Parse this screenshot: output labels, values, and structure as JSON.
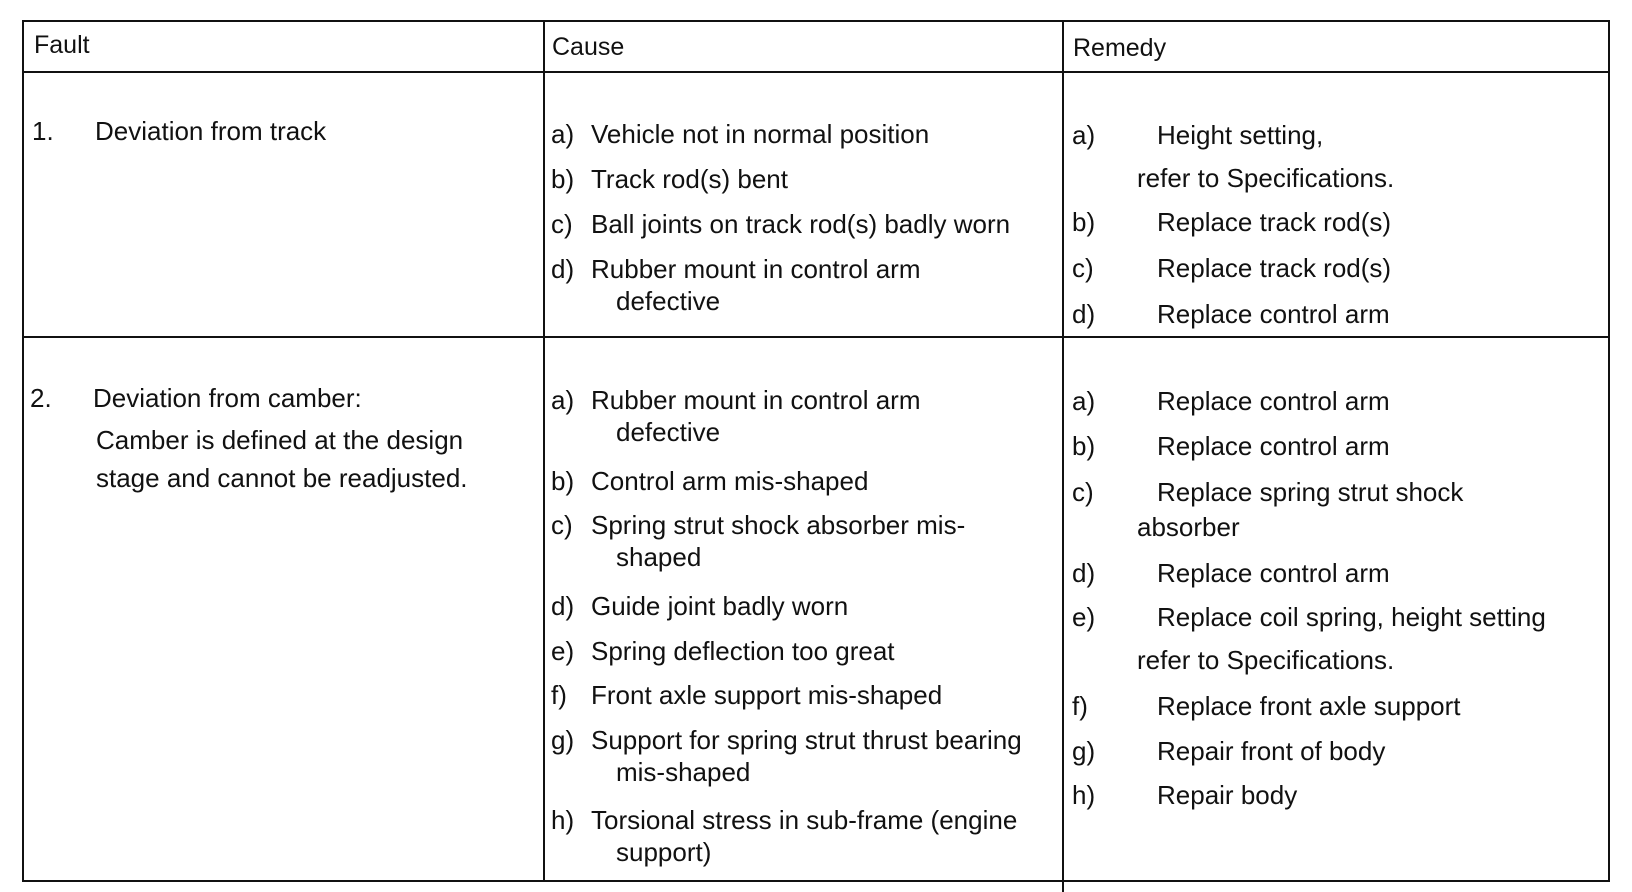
{
  "headers": {
    "fault": "Fault",
    "cause": "Cause",
    "remedy": "Remedy"
  },
  "rows": [
    {
      "number": "1.",
      "fault": "Deviation from track",
      "note": "",
      "causes": [
        {
          "label": "a)",
          "text": "Vehicle not in normal position",
          "cont": ""
        },
        {
          "label": "b)",
          "text": "Track rod(s) bent",
          "cont": ""
        },
        {
          "label": "c)",
          "text": "Ball joints on track rod(s) badly worn",
          "cont": ""
        },
        {
          "label": "d)",
          "text": "Rubber mount in control arm",
          "cont": "defective"
        }
      ],
      "remedies": [
        {
          "label": "a)",
          "text": "Height setting,",
          "sub": "refer to Specifications."
        },
        {
          "label": "b)",
          "text": "Replace track rod(s)",
          "sub": ""
        },
        {
          "label": "c)",
          "text": "Replace track rod(s)",
          "sub": ""
        },
        {
          "label": "d)",
          "text": "Replace control arm",
          "sub": ""
        }
      ]
    },
    {
      "number": "2.",
      "fault": "Deviation from camber:",
      "note": "Camber is defined at the design stage and cannot be readjusted.",
      "causes": [
        {
          "label": "a)",
          "text": "Rubber mount in control arm",
          "cont": "defective"
        },
        {
          "label": "b)",
          "text": "Control arm mis-shaped",
          "cont": ""
        },
        {
          "label": "c)",
          "text": "Spring strut shock absorber mis-",
          "cont": "shaped"
        },
        {
          "label": "d)",
          "text": "Guide joint badly worn",
          "cont": ""
        },
        {
          "label": "e)",
          "text": "Spring deflection too great",
          "cont": ""
        },
        {
          "label": "f)",
          "text": "Front axle support mis-shaped",
          "cont": ""
        },
        {
          "label": "g)",
          "text": "Support for spring strut thrust bearing",
          "cont": "mis-shaped"
        },
        {
          "label": "h)",
          "text": "Torsional stress in sub-frame (engine",
          "cont": "support)"
        }
      ],
      "remedies": [
        {
          "label": "a)",
          "text": "Replace control arm",
          "sub": ""
        },
        {
          "label": "b)",
          "text": "Replace control arm",
          "sub": ""
        },
        {
          "label": "c)",
          "text": "Replace spring strut shock",
          "sub": "absorber"
        },
        {
          "label": "d)",
          "text": "Replace control arm",
          "sub": ""
        },
        {
          "label": "e)",
          "text": "Replace coil spring, height setting",
          "sub": "refer to Specifications."
        },
        {
          "label": "f)",
          "text": "Replace front axle support",
          "sub": ""
        },
        {
          "label": "g)",
          "text": "Repair front of body",
          "sub": ""
        },
        {
          "label": "h)",
          "text": "Repair body",
          "sub": ""
        }
      ]
    }
  ]
}
